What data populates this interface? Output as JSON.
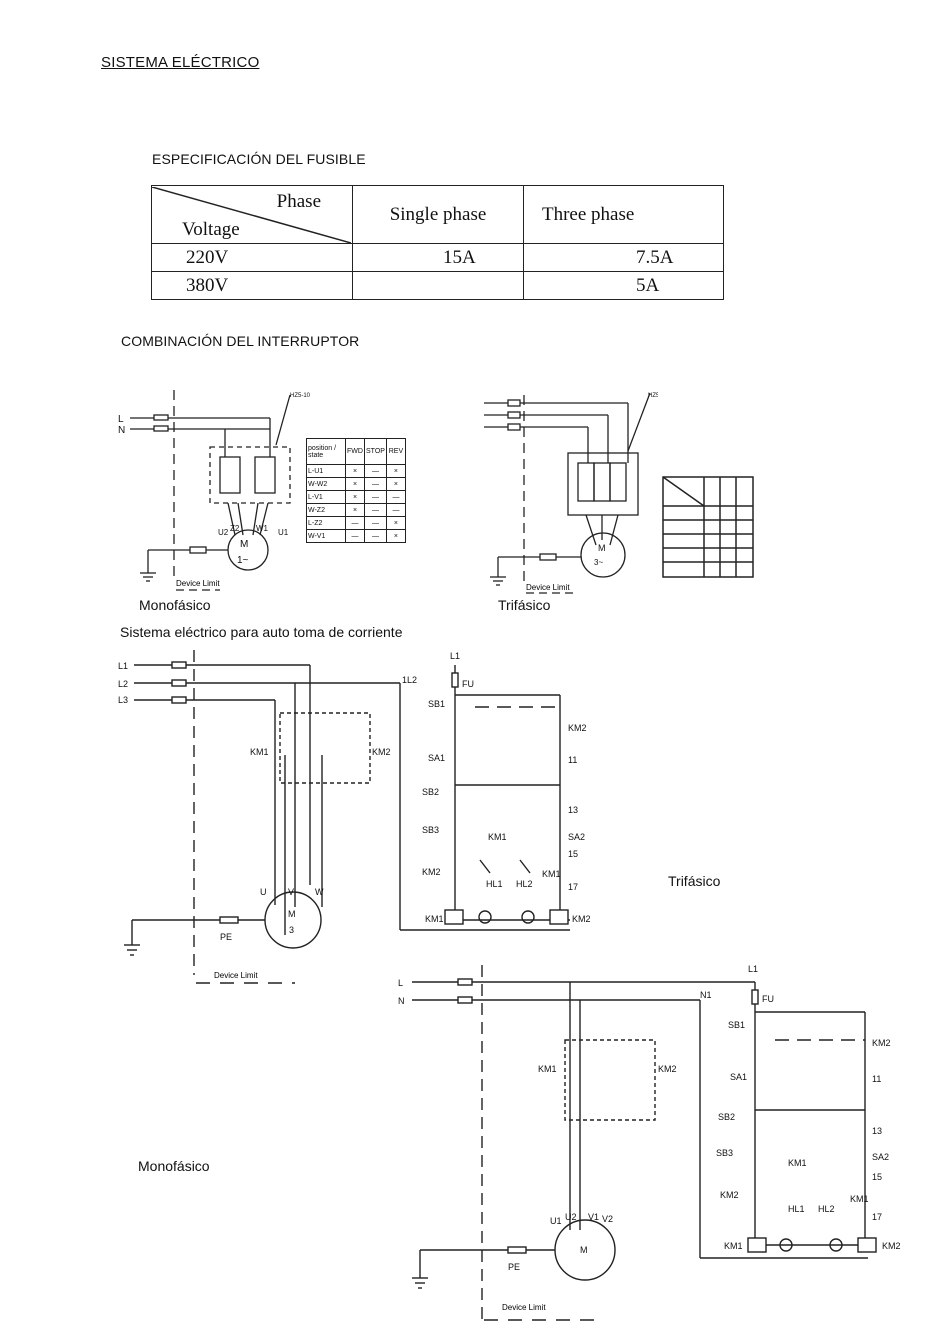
{
  "title": "SISTEMA ELÉCTRICO",
  "fuse_section": {
    "heading": "ESPECIFICACIÓN DEL FUSIBLE",
    "header_phase": "Phase",
    "header_voltage": "Voltage",
    "col_single": "Single phase",
    "col_three": "Three phase",
    "rows": [
      {
        "voltage": "220V",
        "single": "15A",
        "three": "7.5A"
      },
      {
        "voltage": "380V",
        "single": "",
        "three": "5A"
      }
    ]
  },
  "switch_section": {
    "heading": "COMBINACIÓN DEL INTERRUPTOR",
    "mono_caption": "Monofásico",
    "tri_caption": "Trifásico",
    "switch_model": "HZ5-10",
    "device_limit": "Device Limit",
    "table_header": [
      "position / state",
      "FWD",
      "STOP",
      "REV"
    ],
    "table_rows": [
      [
        "L-U1",
        "×",
        "—",
        "×"
      ],
      [
        "W-W2",
        "×",
        "—",
        "×"
      ],
      [
        "L-V1",
        "×",
        "—",
        "—"
      ],
      [
        "W-Z2",
        "×",
        "—",
        "—"
      ],
      [
        "L-Z2",
        "—",
        "—",
        "×"
      ],
      [
        "W-V1",
        "—",
        "—",
        "×"
      ]
    ]
  },
  "auto_section": {
    "heading": "Sistema eléctrico para auto toma de corriente",
    "tri_label": "Trifásico",
    "mono_label": "Monofásico",
    "device_limit": "Device Limit"
  }
}
